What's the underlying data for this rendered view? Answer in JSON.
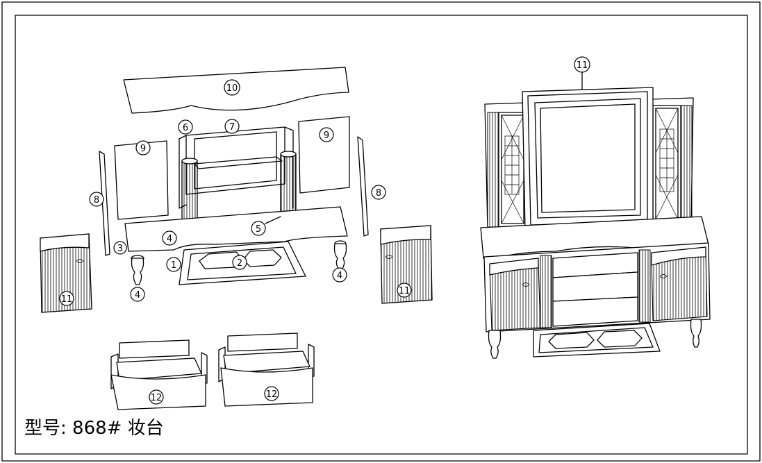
{
  "title_block": {
    "model_label": "型号: 868# 妆台"
  },
  "callouts": {
    "c1": "1",
    "c2": "2",
    "c3": "3",
    "c4": "4",
    "c5": "5",
    "c6": "6",
    "c7": "7",
    "c8": "8",
    "c9": "9",
    "c10": "10",
    "c11": "11",
    "c12": "12"
  },
  "colors": {
    "line": "#000000",
    "background": "#ffffff"
  }
}
